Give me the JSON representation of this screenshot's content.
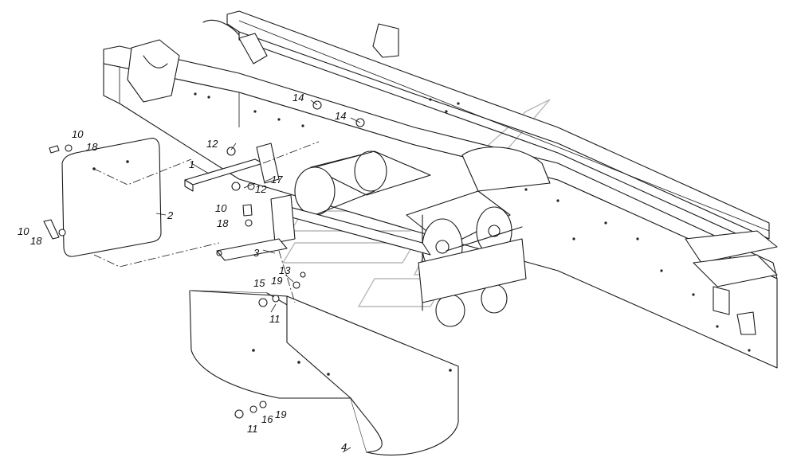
{
  "labels": {
    "l1": "1",
    "l2": "2",
    "l3": "3",
    "l4": "4",
    "l10a": "10",
    "l10b": "10",
    "l10c": "10",
    "l11a": "11",
    "l11b": "11",
    "l12a": "12",
    "l12b": "12",
    "l13": "13",
    "l14a": "14",
    "l14b": "14",
    "l15": "15",
    "l16": "16",
    "l17": "17",
    "l18a": "18",
    "l18b": "18",
    "l18c": "18",
    "l19a": "19",
    "l19b": "19"
  }
}
